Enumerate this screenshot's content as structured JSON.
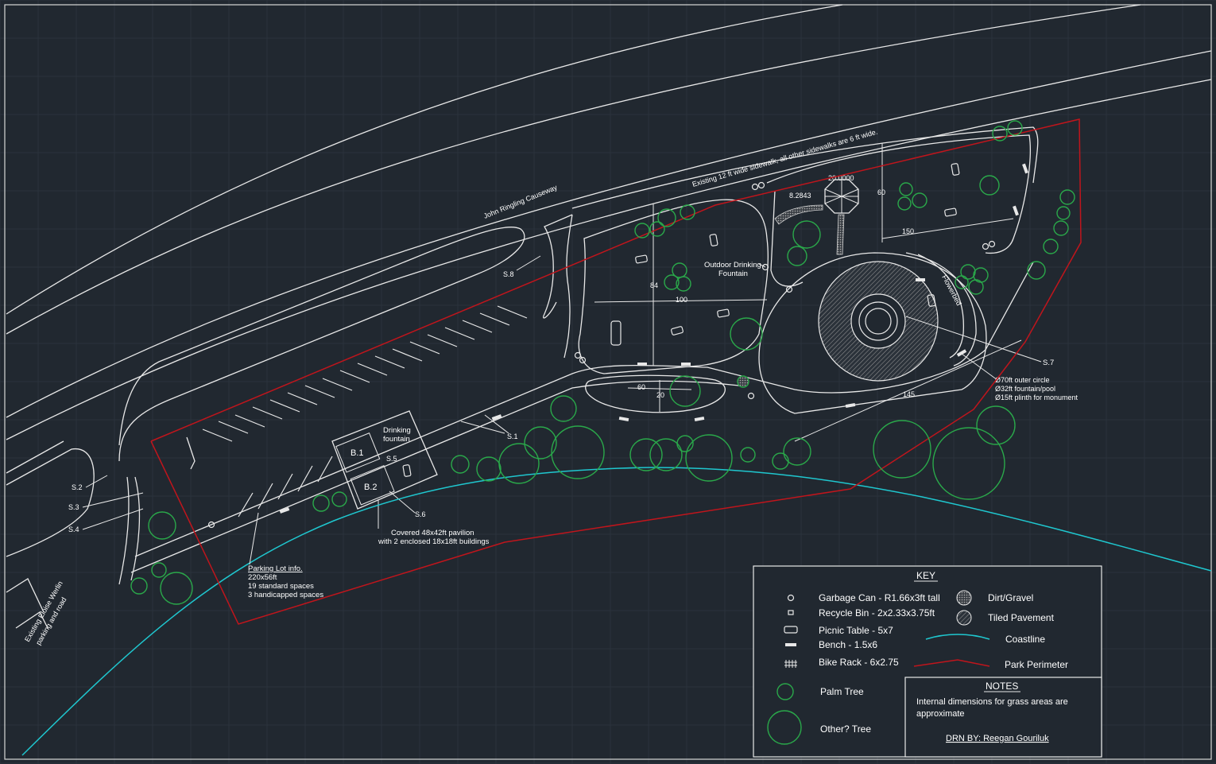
{
  "labels": {
    "road_name": "John Ringling Causeway",
    "sidewalk_note": "Existing 12 ft wide sidewalk, all other sidewalks are 6 ft wide.",
    "fountain_label_1": "Outdoor Drinking",
    "fountain_label_2": "Fountain",
    "pavilion_drinking_1": "Drinking",
    "pavilion_drinking_2": "fountain",
    "building_1": "B.1",
    "building_2": "B.2",
    "pavilion_note_1": "Covered 48x42ft pavilion",
    "pavilion_note_2": "with 2 enclosed 18x18ft buildings",
    "parking_title": "Parking Lot info.",
    "parking_line_1": "220x56ft",
    "parking_line_2": "19 standard spaces",
    "parking_line_3": "3 handicapped spaces",
    "existing_road_1": "Existing Eloise Werlin",
    "existing_road_2": "parking and road",
    "monument_note_1": "Ø70ft outer circle",
    "monument_note_2": "Ø32ft fountain/pool",
    "monument_note_3": "Ø15ft plinth for monument",
    "flowerbed": "Flowerbed",
    "dim_100": "100",
    "dim_84": "84",
    "dim_60a": "60",
    "dim_20a": "20",
    "dim_20000": "20.0000",
    "dim_82843": "8.2843",
    "dim_60b": "60",
    "dim_150": "150",
    "dim_145": "145",
    "s1": "S.1",
    "s2": "S.2",
    "s3": "S.3",
    "s4": "S.4",
    "s5": "S.5",
    "s6": "S.6",
    "s7": "S.7",
    "s8": "S.8"
  },
  "key": {
    "title": "KEY",
    "garbage": "Garbage Can - R1.66x3ft tall",
    "recycle": "Recycle Bin - 2x2.33x3.75ft",
    "picnic": "Picnic Table - 5x7",
    "bench": "Bench - 1.5x6",
    "bike": "Bike Rack - 6x2.75",
    "palm": "Palm Tree",
    "other_tree": "Other? Tree",
    "dirt": "Dirt/Gravel",
    "tiled": "Tiled Pavement",
    "coastline": "Coastline",
    "perimeter": "Park Perimeter"
  },
  "notes": {
    "title": "NOTES",
    "line1": "Internal dimensions for grass areas are",
    "line2": "approximate",
    "drawn_by": "DRN BY: Reegan Gouriluk"
  },
  "colors": {
    "background": "#212830",
    "linework": "#e8e8e8",
    "trees": "#2aa84a",
    "coastline": "#1fc7cf",
    "perimeter": "#c0151c"
  }
}
